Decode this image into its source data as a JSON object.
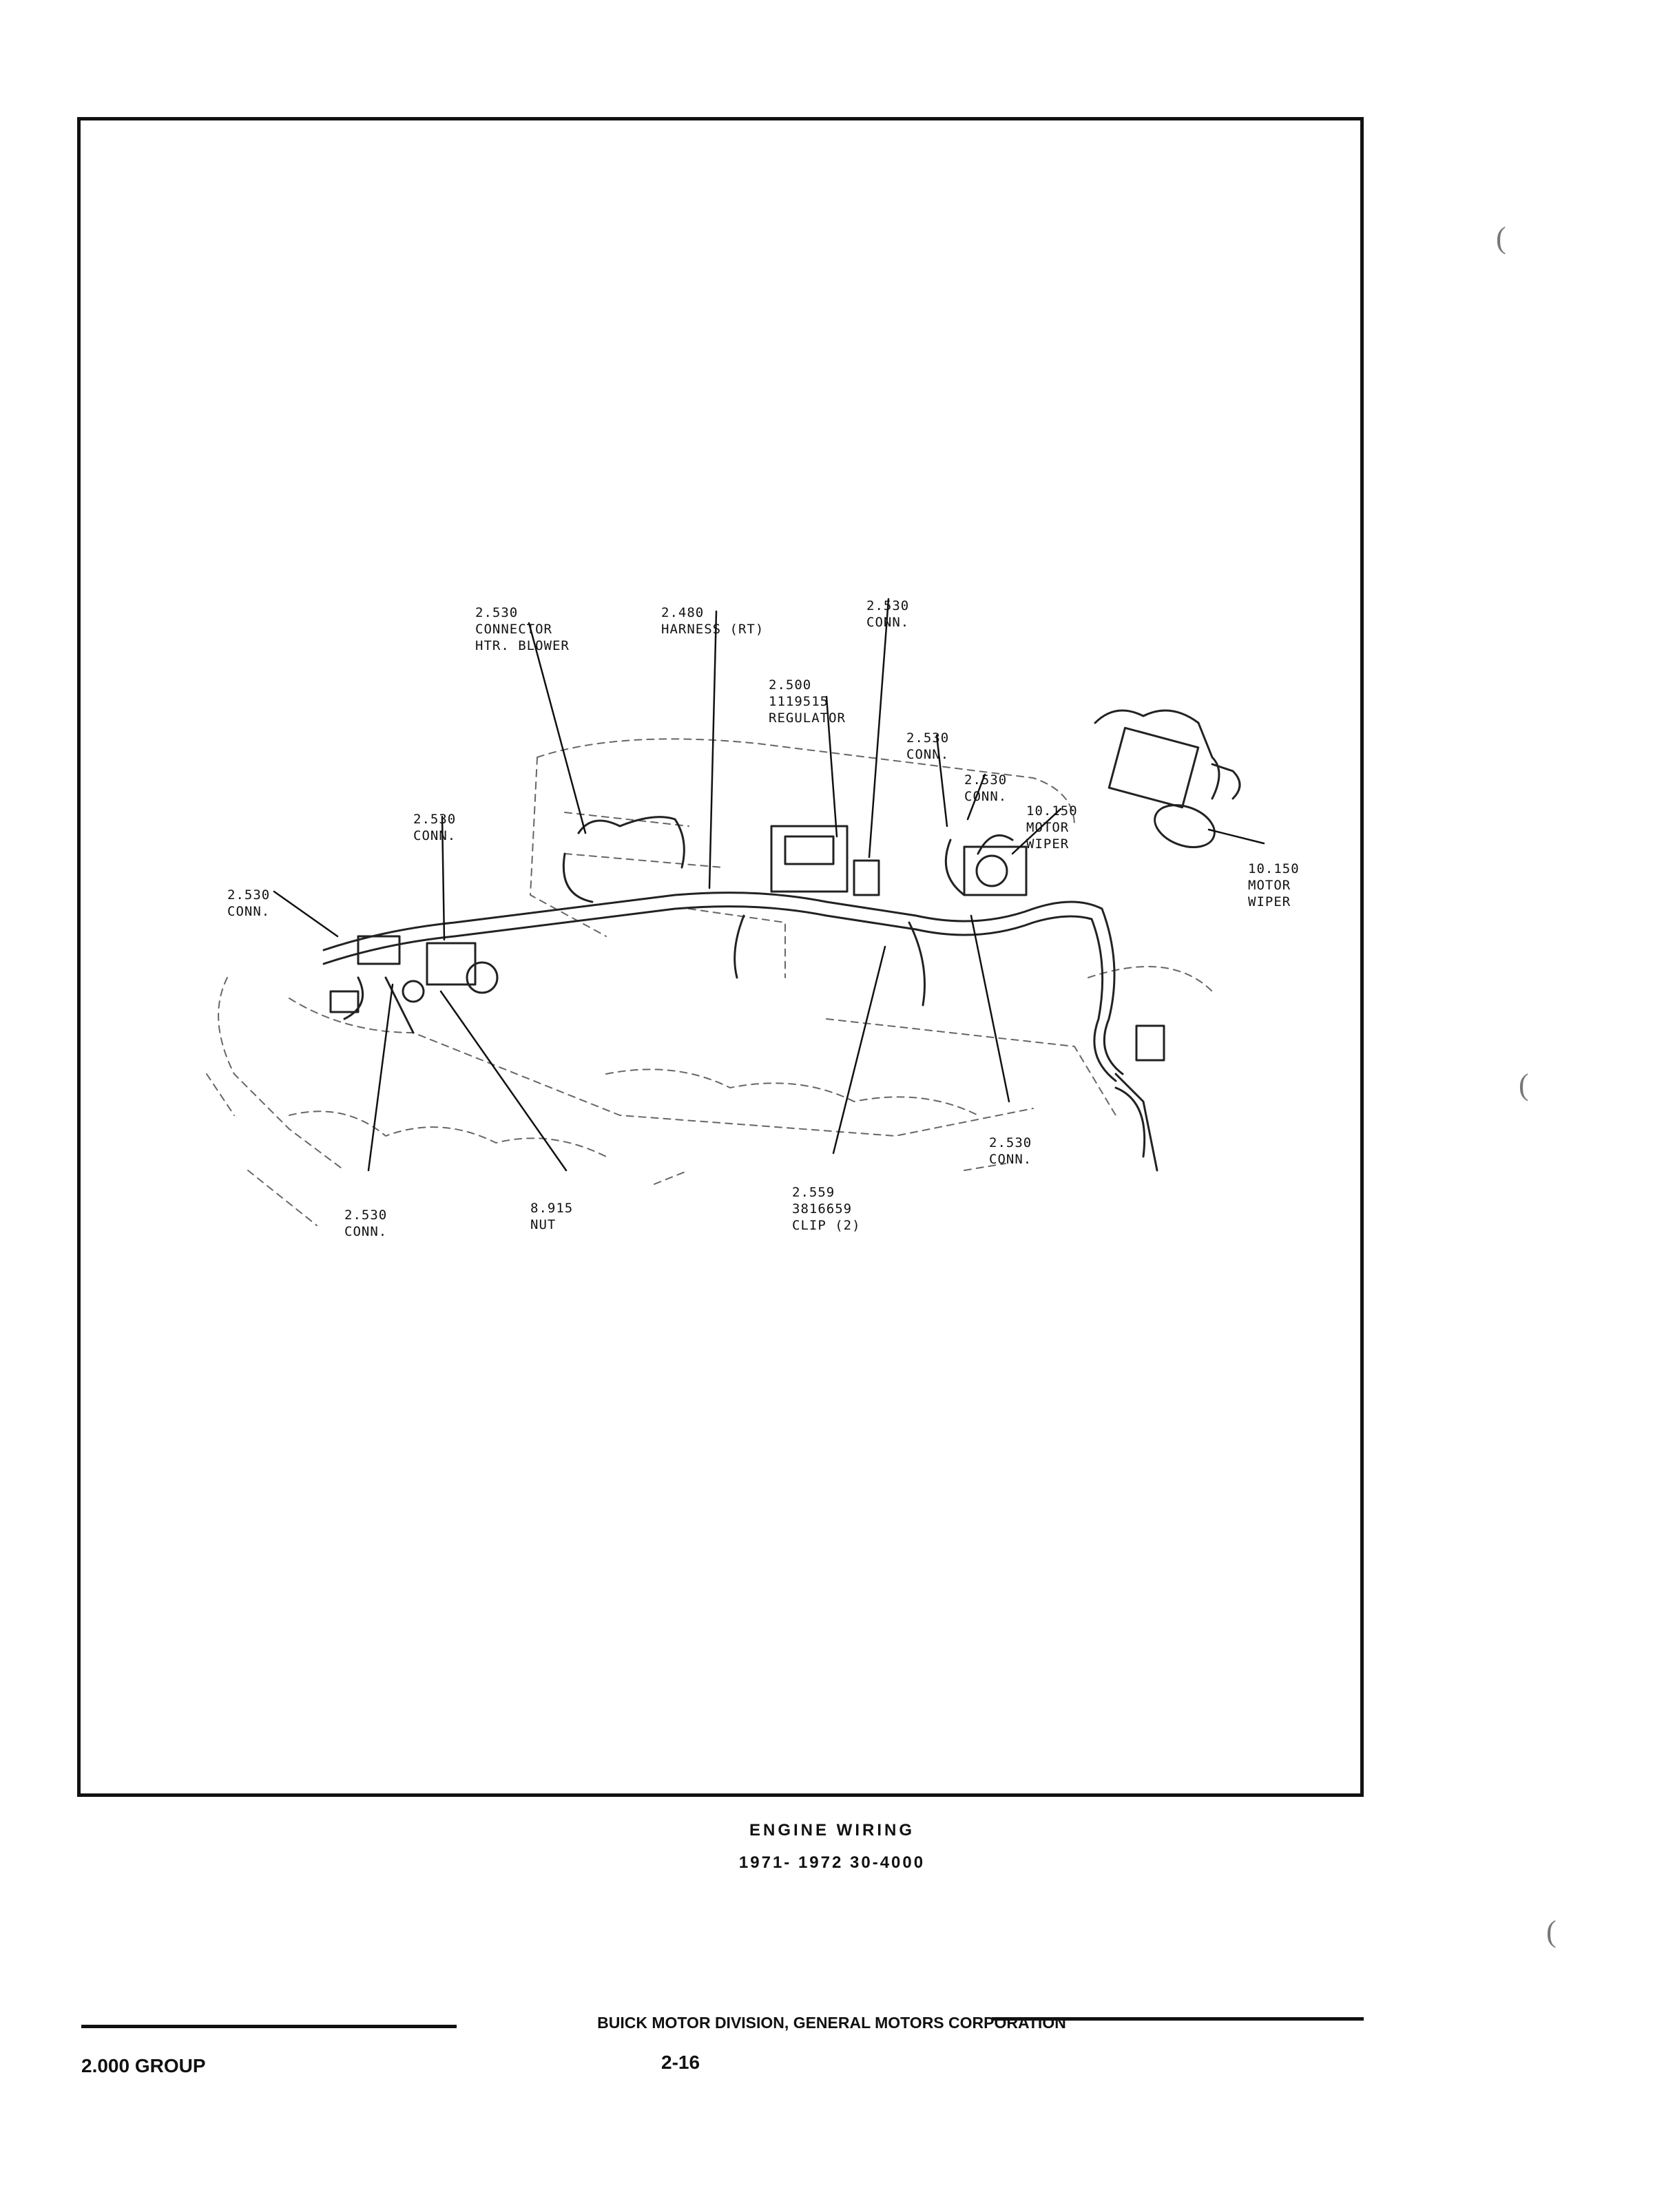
{
  "callouts": [
    {
      "id": "conn-htr-blower",
      "lines": [
        "2.530",
        "CONNECTOR",
        "HTR. BLOWER"
      ]
    },
    {
      "id": "harness-rt",
      "lines": [
        "2.480",
        "HARNESS (RT)"
      ]
    },
    {
      "id": "conn-top",
      "lines": [
        "2.530",
        "CONN."
      ]
    },
    {
      "id": "regulator",
      "lines": [
        "2.500",
        "1119515",
        "REGULATOR"
      ]
    },
    {
      "id": "conn-mid-right",
      "lines": [
        "2.530",
        "CONN."
      ]
    },
    {
      "id": "conn-wiper",
      "lines": [
        "2.530",
        "CONN."
      ]
    },
    {
      "id": "motor-wiper",
      "lines": [
        "10.150",
        "MOTOR",
        "WIPER"
      ]
    },
    {
      "id": "motor-wiper-detail",
      "lines": [
        "10.150",
        "MOTOR",
        "WIPER"
      ]
    },
    {
      "id": "conn-left-upper",
      "lines": [
        "2.530",
        "CONN."
      ]
    },
    {
      "id": "conn-left",
      "lines": [
        "2.530",
        "CONN."
      ]
    },
    {
      "id": "conn-bottom-left",
      "lines": [
        "2.530",
        "CONN."
      ]
    },
    {
      "id": "nut",
      "lines": [
        "8.915",
        "NUT"
      ]
    },
    {
      "id": "clip",
      "lines": [
        "2.559",
        "3816659",
        "CLIP (2)"
      ]
    },
    {
      "id": "conn-bottom-right",
      "lines": [
        "2.530",
        "CONN."
      ]
    }
  ],
  "caption": {
    "title": "ENGINE WIRING",
    "subtitle": "1971- 1972 30-4000"
  },
  "footer": {
    "publisher": "BUICK MOTOR DIVISION, GENERAL MOTORS CORPORATION",
    "group": "2.000 GROUP",
    "page": "2-16"
  }
}
